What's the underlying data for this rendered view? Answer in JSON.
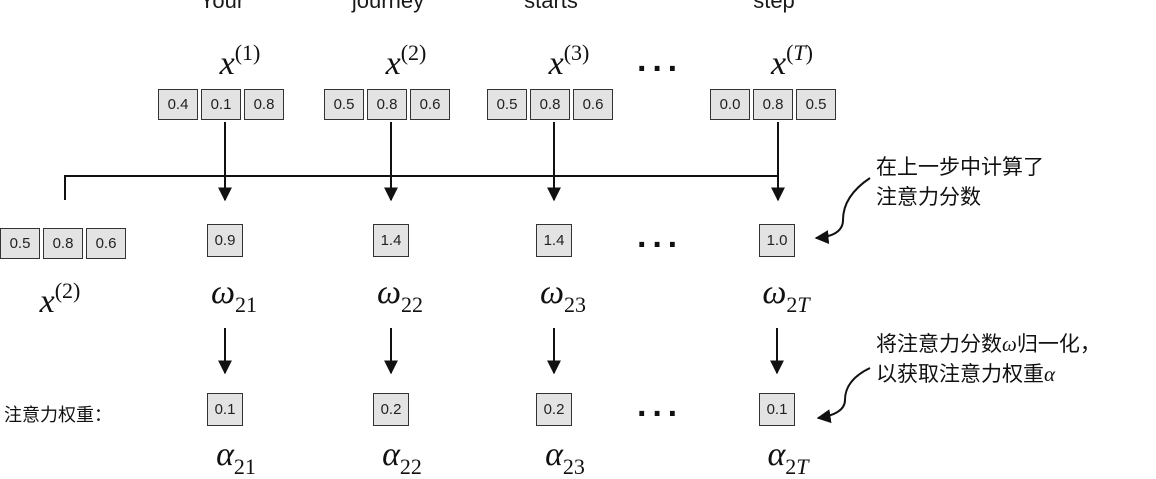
{
  "tokens": [
    {
      "word": "\"Your\"",
      "x_base": "x",
      "x_sup": "(1)",
      "vector": [
        "0.4",
        "0.1",
        "0.8"
      ],
      "score": "0.9",
      "omega_base": "ω",
      "omega_sub": "21",
      "weight": "0.1",
      "alpha_base": "α",
      "alpha_sub": "21"
    },
    {
      "word": "\"journey\"",
      "x_base": "x",
      "x_sup": "(2)",
      "vector": [
        "0.5",
        "0.8",
        "0.6"
      ],
      "score": "1.4",
      "omega_base": "ω",
      "omega_sub": "22",
      "weight": "0.2",
      "alpha_base": "α",
      "alpha_sub": "22"
    },
    {
      "word": "\"starts\"",
      "x_base": "x",
      "x_sup": "(3)",
      "vector": [
        "0.5",
        "0.8",
        "0.6"
      ],
      "score": "1.4",
      "omega_base": "ω",
      "omega_sub": "23",
      "weight": "0.2",
      "alpha_base": "α",
      "alpha_sub": "23"
    },
    {
      "word": "\"step\"",
      "x_base": "x",
      "x_sup": "(T)",
      "vector": [
        "0.0",
        "0.8",
        "0.5"
      ],
      "score": "1.0",
      "omega_base": "ω",
      "omega_sub": "2T",
      "weight": "0.1",
      "alpha_base": "α",
      "alpha_sub": "2T"
    }
  ],
  "query": {
    "vector": [
      "0.5",
      "0.8",
      "0.6"
    ],
    "x_base": "x",
    "x_sup": "(2)"
  },
  "ellipsis": "···",
  "annotations": {
    "scores_line1": "在上一步中计算了",
    "scores_line2": "注意力分数",
    "normalize_line1_a": "将注意力分数",
    "normalize_line1_sym": "ω",
    "normalize_line1_b": "归一化，",
    "normalize_line2_a": "以获取注意力权重",
    "normalize_line2_sym": "α"
  },
  "row_label": "注意力权重："
}
